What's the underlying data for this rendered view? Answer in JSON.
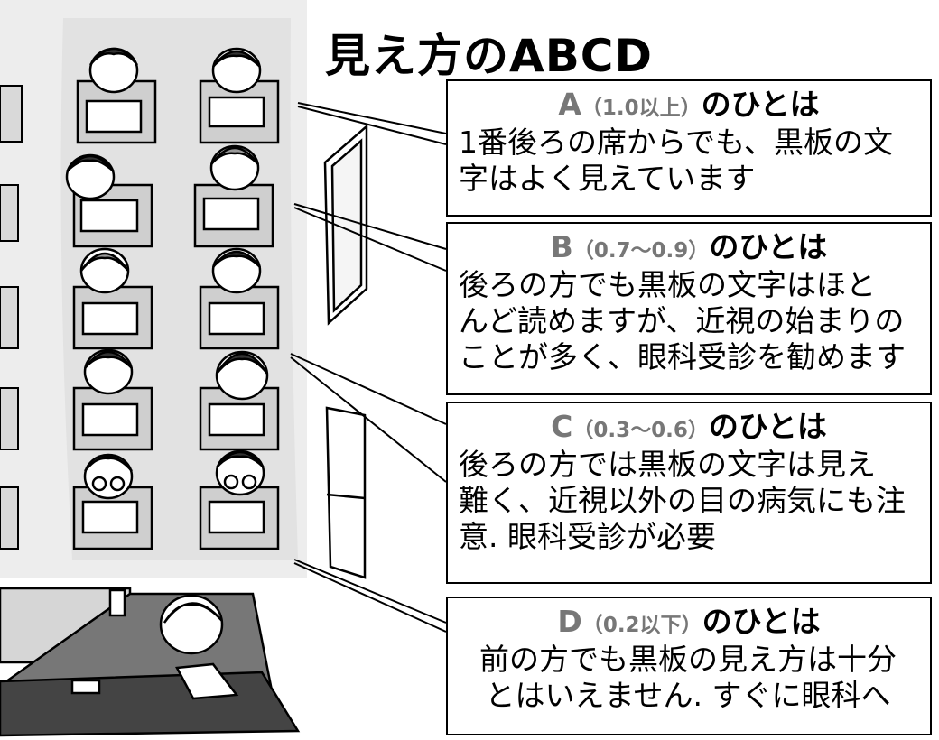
{
  "title": "見え方のABCD",
  "boxes": [
    {
      "letter": "A",
      "range": "（1.0以上）",
      "suffix": "のひとは",
      "text": "1番後ろの席からでも、黒板の文\n字はよく見えています"
    },
    {
      "letter": "B",
      "range": "（0.7〜0.9）",
      "suffix": "のひとは",
      "text": "後ろの方でも黒板の文字はほと\nんど読めますが、近視の始まりの\nことが多く、眼科受診を勧めます"
    },
    {
      "letter": "C",
      "range": "（0.3〜0.6）",
      "suffix": "のひとは",
      "text": "後ろの方では黒板の文字は見え\n難く、近視以外の目の病気にも注\n意. 眼科受診が必要"
    },
    {
      "letter": "D",
      "range": "（0.2以下）",
      "suffix": "のひとは",
      "text": "前の方でも黒板の見え方は十分\nとはいえません. すぐに眼科へ"
    }
  ],
  "icons": {
    "illustration": "classroom-children-at-desks-illustration"
  }
}
